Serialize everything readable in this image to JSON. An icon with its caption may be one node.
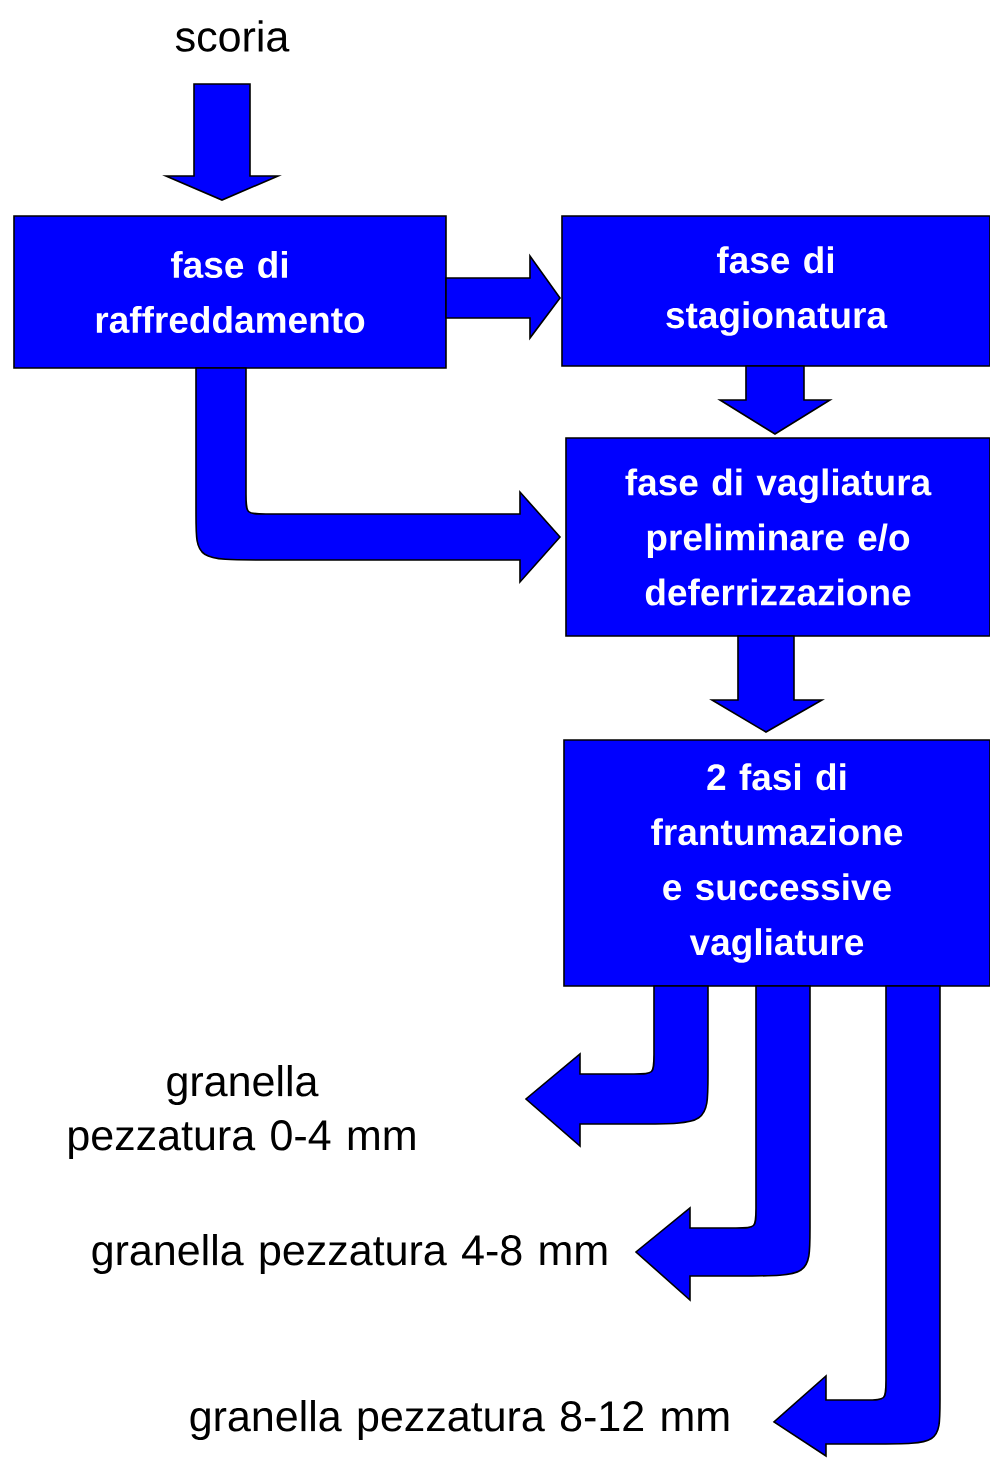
{
  "diagram": {
    "nodes": [
      {
        "text": [
          "scoria"
        ]
      },
      {
        "text": [
          "fase di raffreddamento"
        ]
      },
      {
        "text": [
          "fase di stagionatura"
        ]
      },
      {
        "text": [
          "fase di vagliatura preliminare e/o deferrizzazione"
        ]
      },
      {
        "text": [
          "2 fasi di frantumazione e successive vagliature"
        ]
      },
      {
        "text": [
          "granella pezzatura 0-4 mm"
        ]
      },
      {
        "text": [
          "granella pezzatura 4-8 mm"
        ]
      },
      {
        "text": [
          "granella pezzatura 8-12 mm"
        ]
      }
    ],
    "edges": [
      {
        "from": 0,
        "to": 1,
        "arrow": "to"
      },
      {
        "from": 1,
        "to": 2,
        "arrow": "to"
      },
      {
        "from": 2,
        "to": 3,
        "arrow": "to"
      },
      {
        "from": 1,
        "to": 3,
        "arrow": "to"
      },
      {
        "from": 3,
        "to": 4,
        "arrow": "to"
      },
      {
        "from": 4,
        "to": 5,
        "arrow": "to"
      },
      {
        "from": 4,
        "to": 6,
        "arrow": "to"
      },
      {
        "from": 4,
        "to": 7,
        "arrow": "to"
      }
    ]
  }
}
